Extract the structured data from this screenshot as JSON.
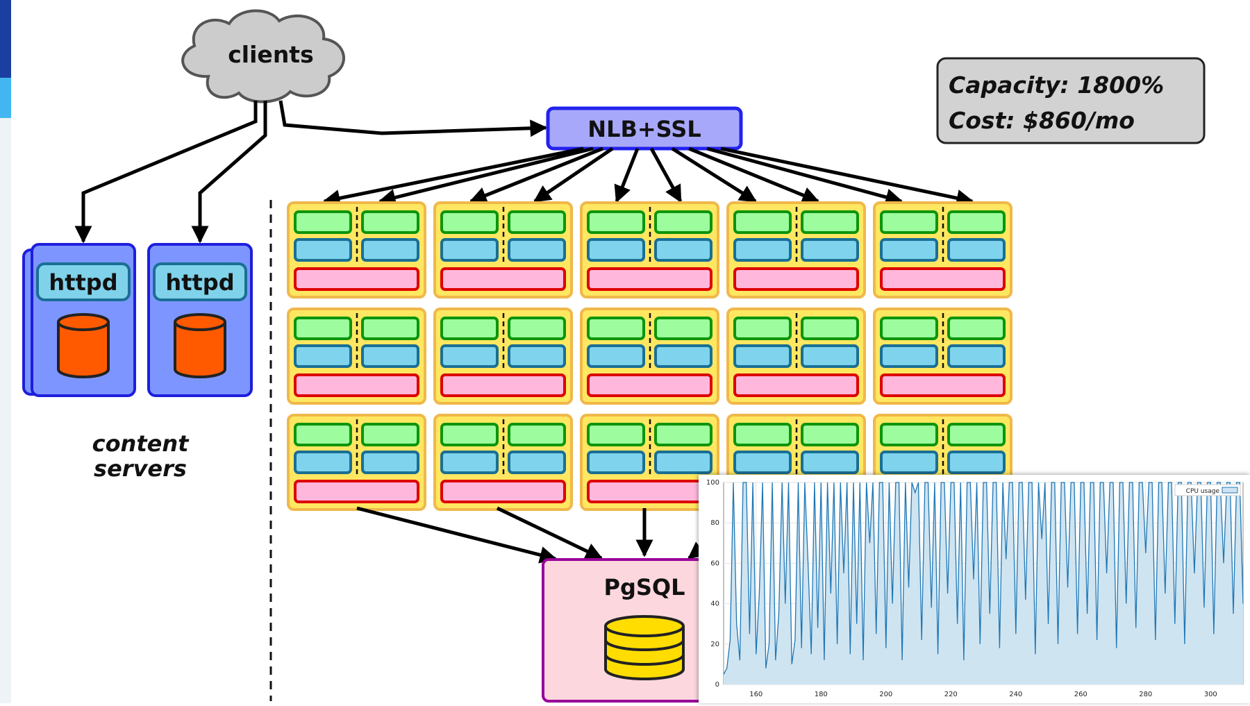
{
  "diagram": {
    "clients_label": "clients",
    "lb_label": "NLB+SSL",
    "httpd_label": "httpd",
    "content_servers_label": [
      "content",
      "servers"
    ],
    "db_label": "PgSQL",
    "info": {
      "capacity": "Capacity: 1800%",
      "cost": "Cost: $860/mo"
    },
    "grid": {
      "rows": 3,
      "cols": 5
    }
  },
  "colors": {
    "cloud": "#cccccc",
    "lb_fill": "#a8a8fb",
    "lb_border": "#2222ee",
    "server_fill": "#7d96ff",
    "server_border": "#1e1edd",
    "httpd_fill": "#7fd2ea",
    "cylinder": "#ff5a00",
    "node_fill": "#ffe761",
    "node_border": "#f0b84a",
    "green": "#9dfc9d",
    "green_border": "#0c950c",
    "blue": "#7fd3ec",
    "blue_border": "#1a6f94",
    "pink": "#ffb8dc",
    "pink_border": "#dd0000",
    "db_fill": "#fcd8de",
    "db_border": "#990099",
    "db_cyl": "#ffdd00",
    "info_fill": "#d2d2d2"
  },
  "chart_data": {
    "type": "area",
    "legend": "CPU usage",
    "legend_position": "top-right",
    "xlim": [
      150,
      310
    ],
    "ylim": [
      0,
      100
    ],
    "xticks": [
      160,
      180,
      200,
      220,
      240,
      260,
      280,
      300
    ],
    "yticks": [
      0,
      20,
      40,
      60,
      80,
      100
    ],
    "grid": true,
    "series": [
      {
        "name": "CPU usage",
        "x": [
          150,
          151,
          152,
          153,
          154,
          155,
          156,
          157,
          158,
          159,
          160,
          161,
          162,
          163,
          164,
          165,
          166,
          167,
          168,
          169,
          170,
          171,
          172,
          173,
          174,
          175,
          176,
          177,
          178,
          179,
          180,
          181,
          182,
          183,
          184,
          185,
          186,
          187,
          188,
          189,
          190,
          191,
          192,
          193,
          194,
          195,
          196,
          197,
          198,
          199,
          200,
          201,
          202,
          203,
          204,
          205,
          206,
          207,
          208,
          209,
          210,
          211,
          212,
          213,
          214,
          215,
          216,
          217,
          218,
          219,
          220,
          221,
          222,
          223,
          224,
          225,
          226,
          227,
          228,
          229,
          230,
          231,
          232,
          233,
          234,
          235,
          236,
          237,
          238,
          239,
          240,
          241,
          242,
          243,
          244,
          245,
          246,
          247,
          248,
          249,
          250,
          251,
          252,
          253,
          254,
          255,
          256,
          257,
          258,
          259,
          260,
          261,
          262,
          263,
          264,
          265,
          266,
          267,
          268,
          269,
          270,
          271,
          272,
          273,
          274,
          275,
          276,
          277,
          278,
          279,
          280,
          281,
          282,
          283,
          284,
          285,
          286,
          287,
          288,
          289,
          290,
          291,
          292,
          293,
          294,
          295,
          296,
          297,
          298,
          299,
          300,
          301,
          302,
          303,
          304,
          305,
          306,
          307,
          308,
          309,
          310
        ],
        "values": [
          5,
          8,
          22,
          100,
          30,
          12,
          100,
          100,
          25,
          100,
          15,
          45,
          100,
          8,
          20,
          100,
          12,
          35,
          100,
          40,
          100,
          10,
          22,
          100,
          18,
          100,
          60,
          15,
          100,
          28,
          100,
          12,
          100,
          45,
          100,
          20,
          100,
          55,
          100,
          15,
          100,
          30,
          100,
          12,
          100,
          70,
          100,
          25,
          100,
          100,
          18,
          100,
          40,
          100,
          100,
          12,
          100,
          48,
          100,
          95,
          100,
          22,
          100,
          100,
          38,
          100,
          15,
          100,
          100,
          45,
          100,
          100,
          30,
          100,
          12,
          100,
          100,
          52,
          100,
          20,
          100,
          100,
          35,
          100,
          100,
          18,
          100,
          62,
          100,
          100,
          25,
          100,
          100,
          42,
          100,
          100,
          15,
          100,
          72,
          100,
          30,
          100,
          100,
          20,
          100,
          100,
          48,
          100,
          100,
          25,
          100,
          100,
          35,
          100,
          100,
          22,
          100,
          100,
          55,
          100,
          100,
          18,
          100,
          100,
          40,
          100,
          100,
          28,
          100,
          100,
          65,
          100,
          100,
          22,
          100,
          100,
          45,
          100,
          100,
          30,
          100,
          100,
          20,
          100,
          100,
          55,
          100,
          100,
          38,
          100,
          100,
          25,
          100,
          100,
          60,
          100,
          100,
          35,
          100,
          100,
          40
        ]
      }
    ]
  }
}
